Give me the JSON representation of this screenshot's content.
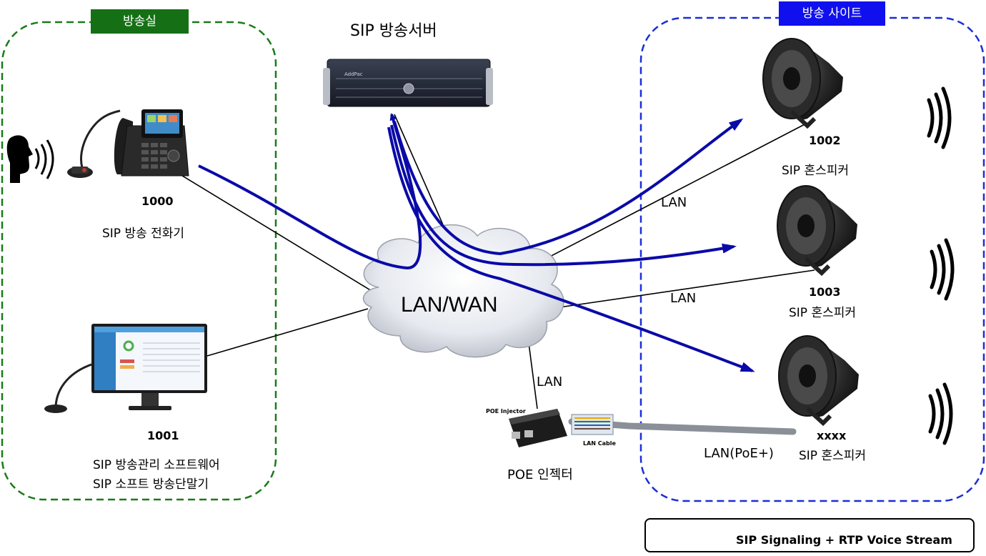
{
  "zones": {
    "studio": "방송실",
    "site": "방송 사이트"
  },
  "server": {
    "label": "SIP 방송서버",
    "brand": "AddPac"
  },
  "network": {
    "cloud_label": "LAN/WAN"
  },
  "devices": {
    "phone": {
      "number": "1000",
      "label": "SIP 방송 전화기"
    },
    "pc": {
      "number": "1001",
      "label_line1": "SIP 방송관리 소프트웨어",
      "label_line2": "SIP 소프트 방송단말기"
    },
    "speaker1": {
      "number": "1002",
      "label": "SIP 혼스피커"
    },
    "speaker2": {
      "number": "1003",
      "label": "SIP 혼스피커"
    },
    "speaker3": {
      "number": "xxxx",
      "label": "SIP 혼스피커"
    },
    "poe": {
      "label": "POE 인젝터",
      "small_label": "POE Injector",
      "cable_label": "LAN Cable"
    }
  },
  "links": {
    "lan1": "LAN",
    "lan2": "LAN",
    "lan3": "LAN",
    "lan_poe": "LAN(PoE+)"
  },
  "legend": {
    "label": "SIP Signaling + RTP Voice Stream"
  },
  "colors": {
    "studio_border": "#1a7a1a",
    "studio_tag": "#157015",
    "site_border": "#1a2fd6",
    "site_tag": "#1010ee",
    "stream": "#0a0aa8",
    "line": "#000000"
  }
}
